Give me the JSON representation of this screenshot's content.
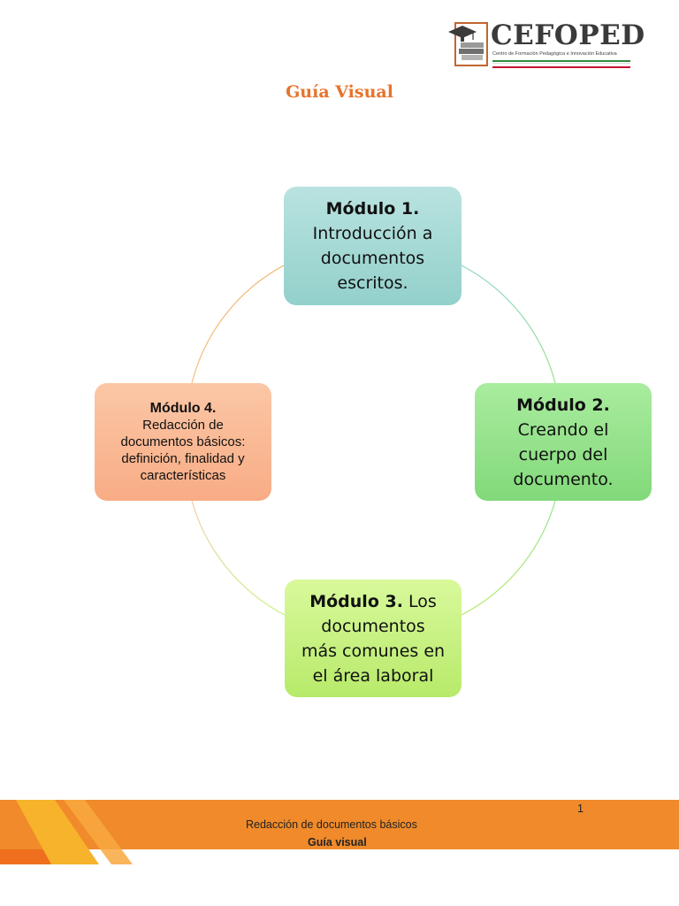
{
  "header": {
    "logo_title": "CEFOPED",
    "logo_subtitle": "Centro de Formación Pedagógica e Innovación Educativa",
    "doc_title": "Guía Visual"
  },
  "modules": [
    {
      "title": "Módulo 1.",
      "text_lines": [
        "Introducción a",
        "documentos",
        "escritos."
      ]
    },
    {
      "title": "Módulo 2.",
      "text_lines": [
        "Creando el",
        "cuerpo del",
        "documento."
      ]
    },
    {
      "title": "Módulo 3.",
      "title_suffix": " Los",
      "text_lines": [
        "documentos",
        "más comunes en",
        "el área laboral"
      ]
    },
    {
      "title": "Módulo 4.",
      "text_lines": [
        "Redacción de",
        "documentos básicos:",
        "definición, finalidad y",
        "características"
      ]
    }
  ],
  "footer": {
    "course": "Redacción de documentos básicos",
    "subtitle": "Guía visual",
    "page_number": "1"
  },
  "colors": {
    "accent_orange": "#E8732A",
    "footer_orange": "#F08A2A",
    "footer_yellow": "#F7B32B",
    "module1": "#A6DAD6",
    "module2": "#93E38A",
    "module3": "#C8F283",
    "module4": "#F9B894"
  },
  "icons": [
    "graduation-cap-books-icon"
  ]
}
